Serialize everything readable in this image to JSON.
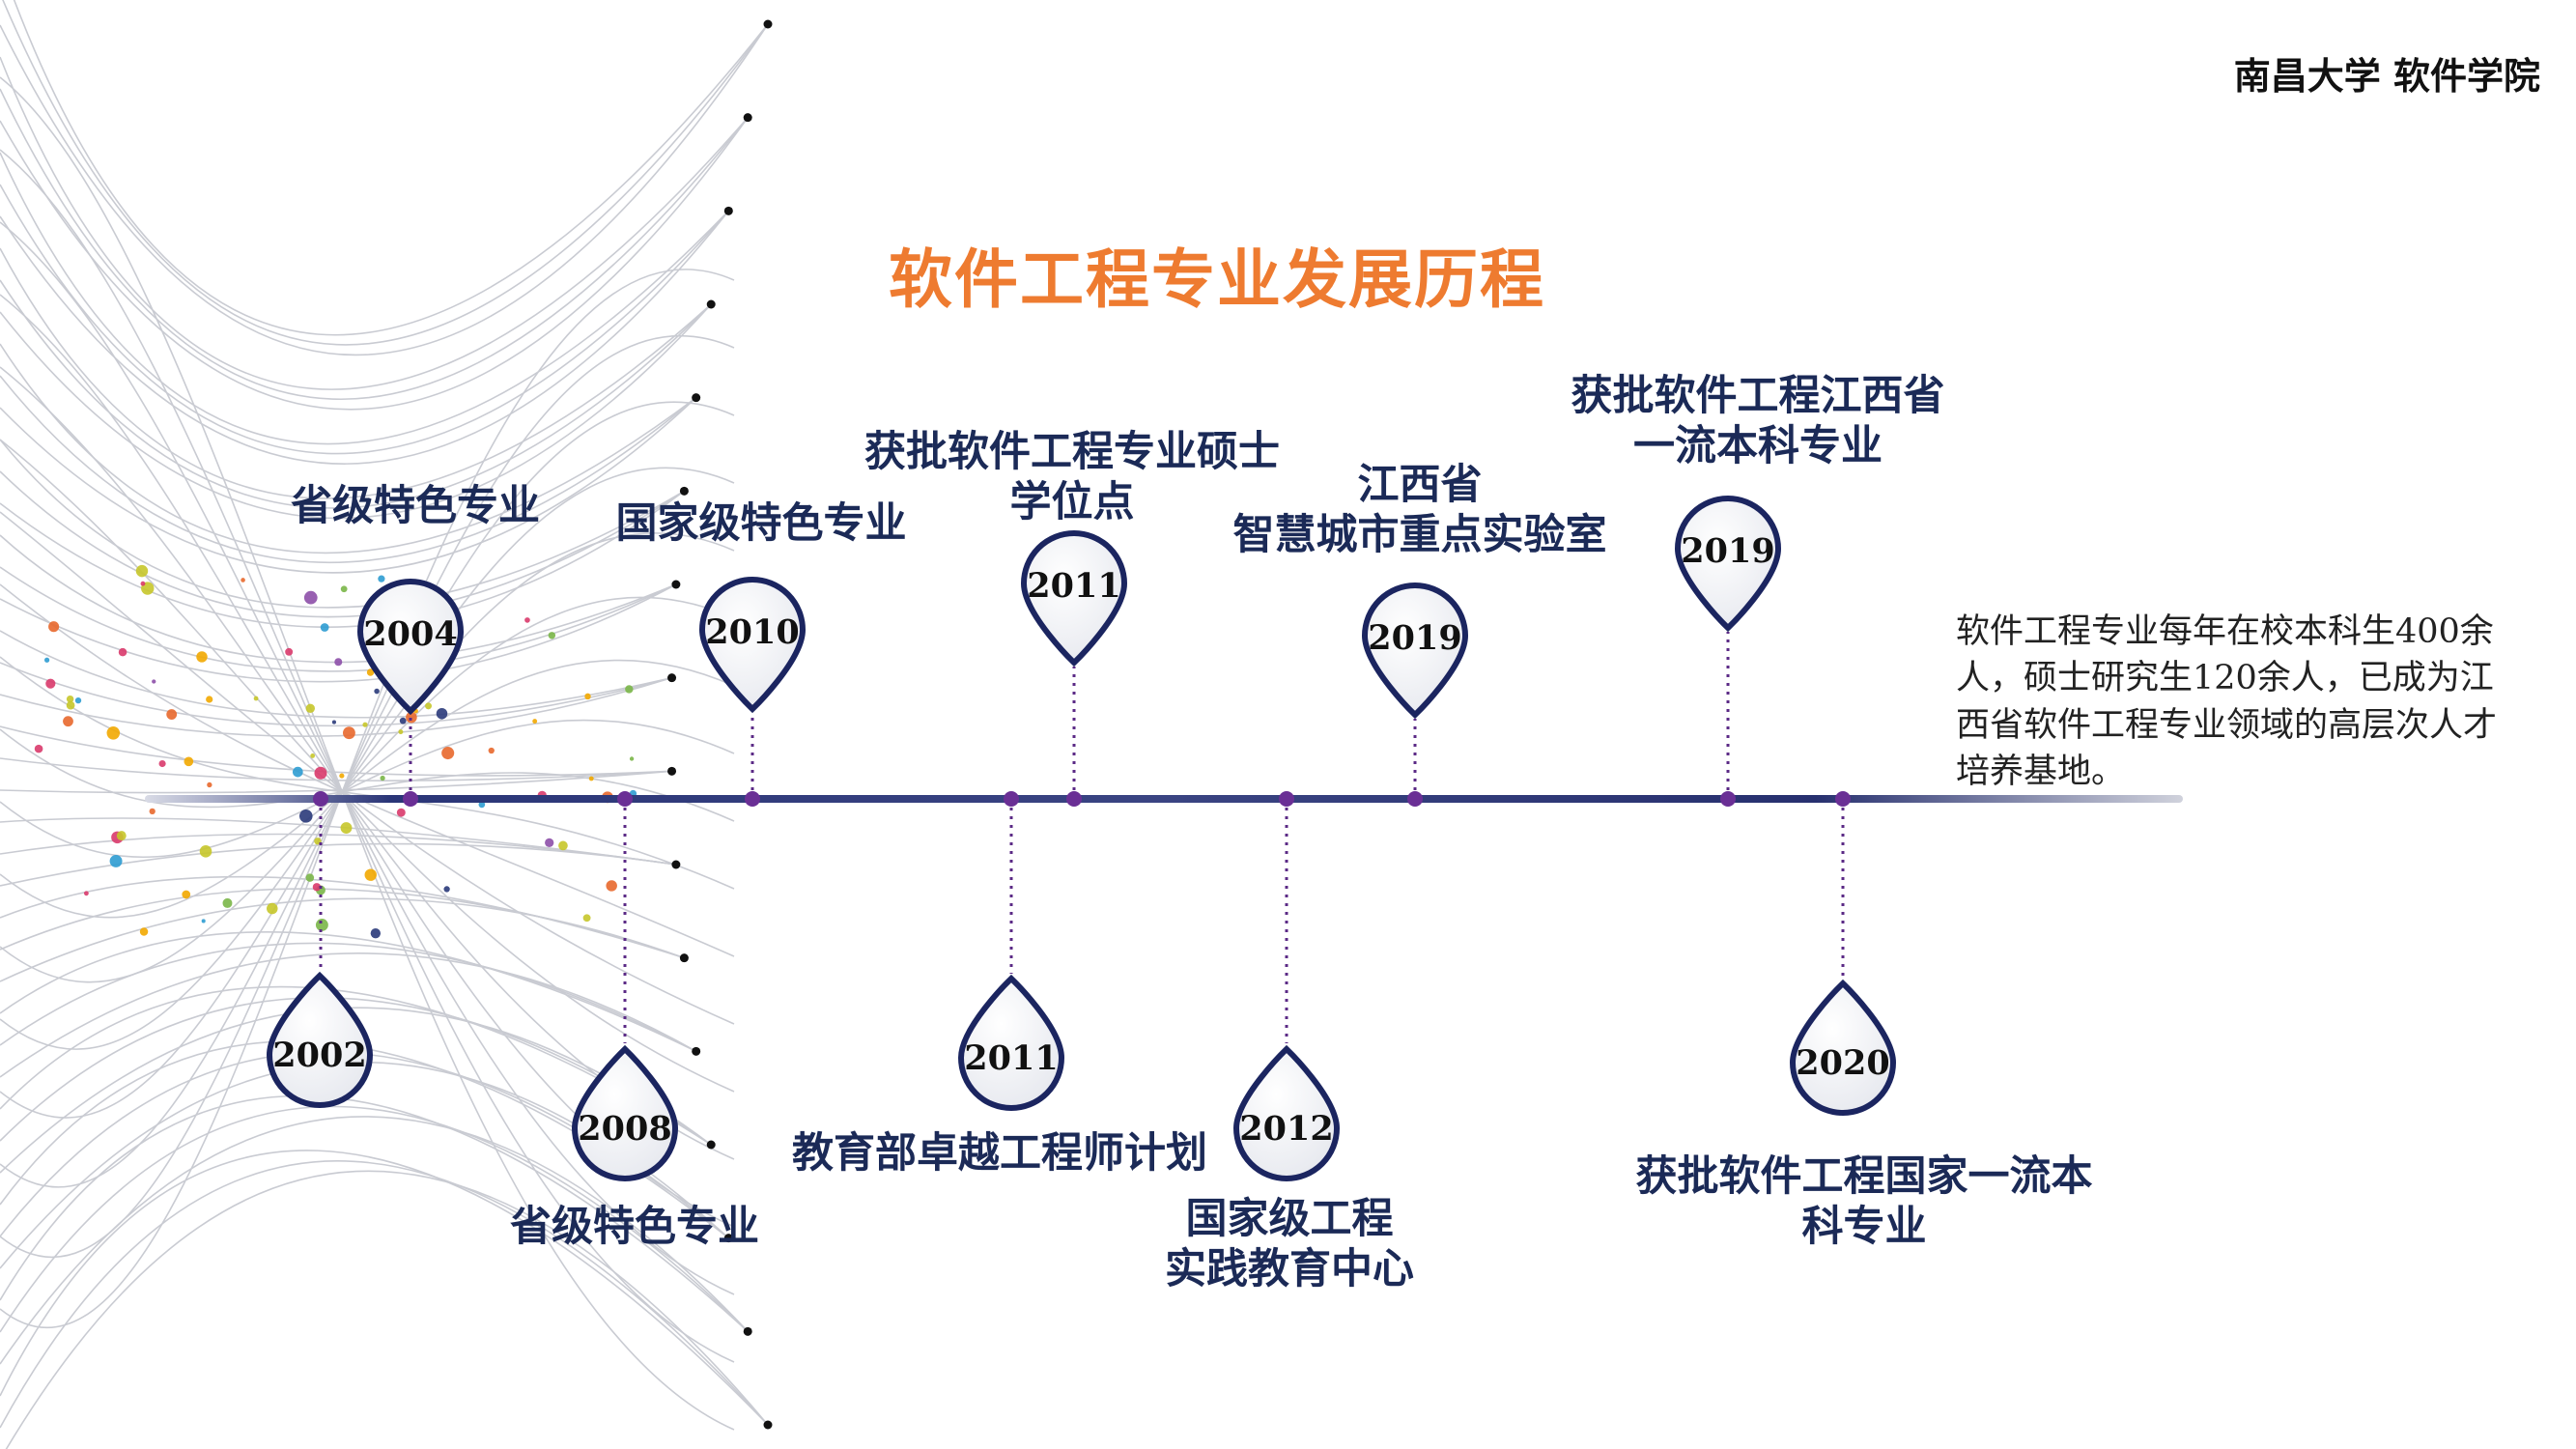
{
  "header": {
    "school": "南昌大学 软件学院"
  },
  "title": "软件工程专业发展历程",
  "events": [
    {
      "id": "2002",
      "year": "2002",
      "side": "below",
      "lines": []
    },
    {
      "id": "2004",
      "year": "2004",
      "side": "above",
      "lines": [
        "省级特色专业"
      ]
    },
    {
      "id": "2008",
      "year": "2008",
      "side": "below",
      "lines": [
        "省级特色专业"
      ]
    },
    {
      "id": "2010",
      "year": "2010",
      "side": "above",
      "lines": [
        "国家级特色专业"
      ]
    },
    {
      "id": "2011a",
      "year": "2011",
      "side": "below",
      "lines": [
        "教育部卓越工程师计划"
      ]
    },
    {
      "id": "2011b",
      "year": "2011",
      "side": "above",
      "lines": [
        "获批软件工程专业硕士",
        "学位点"
      ]
    },
    {
      "id": "2012",
      "year": "2012",
      "side": "below",
      "lines": [
        "国家级工程",
        "实践教育中心"
      ]
    },
    {
      "id": "2019a",
      "year": "2019",
      "side": "above",
      "lines": [
        "江西省",
        "智慧城市重点实验室"
      ]
    },
    {
      "id": "2019b",
      "year": "2019",
      "side": "above",
      "lines": [
        "获批软件工程江西省",
        "一流本科专业"
      ]
    },
    {
      "id": "2020",
      "year": "2020",
      "side": "below",
      "lines": [
        "获批软件工程国家一流本",
        "科专业"
      ]
    }
  ],
  "summary": "软件工程专业每年在校本科生400余人，硕士研究生120余人，已成为江西省软件工程专业领域的高层次人才培养基地。",
  "colors": {
    "title": "#ee7b30",
    "timeline": "#1f2d6b",
    "connector": "#5b2a86",
    "pin_border": "#1b2560",
    "label": "#1b2a57"
  }
}
